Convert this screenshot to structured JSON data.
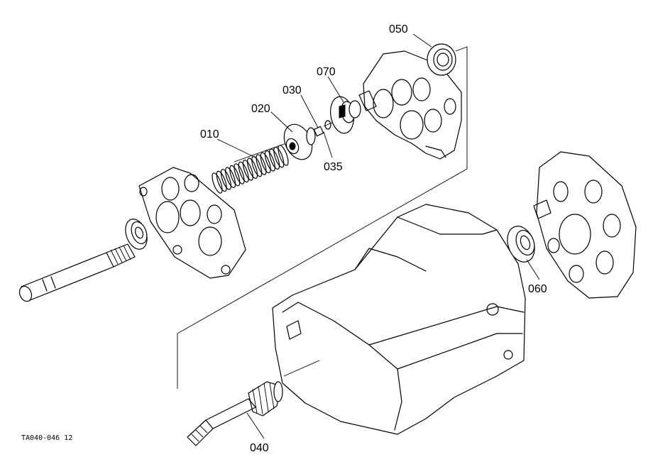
{
  "drawing_code": "TA040-046 12",
  "parts": [
    {
      "id": "p010",
      "label": "010"
    },
    {
      "id": "p020",
      "label": "020"
    },
    {
      "id": "p030",
      "label": "030"
    },
    {
      "id": "p035",
      "label": "035"
    },
    {
      "id": "p040",
      "label": "040"
    },
    {
      "id": "p050",
      "label": "050"
    },
    {
      "id": "p060",
      "label": "060"
    },
    {
      "id": "p070",
      "label": "070"
    }
  ]
}
